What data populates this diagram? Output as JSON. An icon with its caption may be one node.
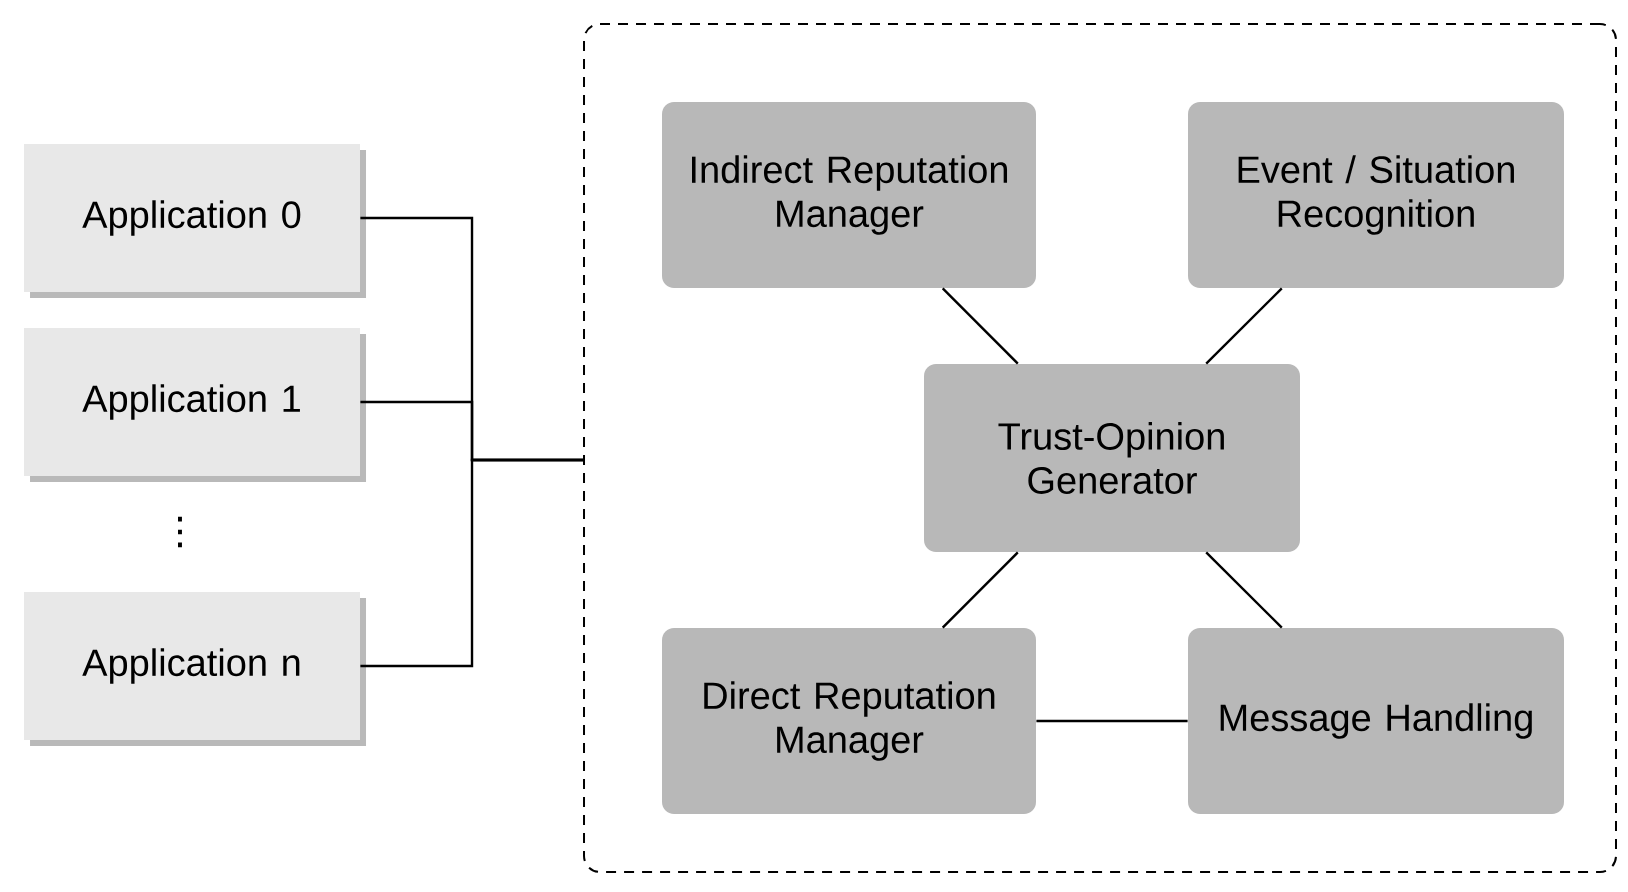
{
  "diagram": {
    "nodes": [
      {
        "text": [],
        "shape": "box"
      },
      {
        "text": [
          "Application 0"
        ]
      },
      {
        "text": [
          "Application 1"
        ]
      },
      {
        "text": [
          "Application n"
        ]
      },
      {
        "text": [
          "Indirect Reputation Manager"
        ],
        "in": 0
      },
      {
        "text": [
          "Event / Situation Recognition"
        ],
        "in": 0
      },
      {
        "text": [
          "Trust-Opinion Generator"
        ],
        "in": 0
      },
      {
        "text": [
          "Direct Reputation Manager"
        ],
        "in": 0
      },
      {
        "text": [
          "Message Handling"
        ],
        "in": 0
      }
    ],
    "edges": [
      {
        "from": 1,
        "to": 0,
        "arrow": "none"
      },
      {
        "from": 2,
        "to": 0,
        "arrow": "none"
      },
      {
        "from": 3,
        "to": 0,
        "arrow": "none"
      },
      {
        "from": 4,
        "to": 6,
        "arrow": "none"
      },
      {
        "from": 5,
        "to": 6,
        "arrow": "none"
      },
      {
        "from": 6,
        "to": 7,
        "arrow": "none"
      },
      {
        "from": 6,
        "to": 8,
        "arrow": "none"
      },
      {
        "from": 7,
        "to": 8,
        "arrow": "none"
      }
    ],
    "labels": [
      "⋮"
    ]
  }
}
